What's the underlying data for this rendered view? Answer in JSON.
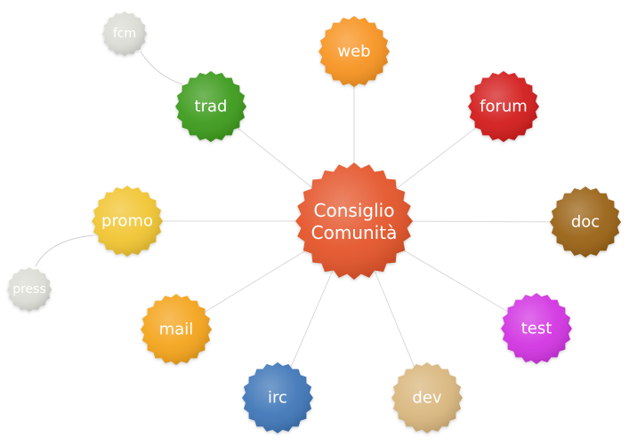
{
  "center": {
    "lines": [
      "Consiglio",
      "Comunità"
    ],
    "color": "#e4552a"
  },
  "nodes": [
    {
      "id": "web",
      "label": "web",
      "color": "#f79420"
    },
    {
      "id": "forum",
      "label": "forum",
      "color": "#d31c1c"
    },
    {
      "id": "doc",
      "label": "doc",
      "color": "#9a6418"
    },
    {
      "id": "test",
      "label": "test",
      "color": "#d234e2"
    },
    {
      "id": "dev",
      "label": "dev",
      "color": "#d9b77e"
    },
    {
      "id": "irc",
      "label": "irc",
      "color": "#3f77b8"
    },
    {
      "id": "mail",
      "label": "mail",
      "color": "#f4a41c"
    },
    {
      "id": "promo",
      "label": "promo",
      "color": "#f1c533"
    },
    {
      "id": "trad",
      "label": "trad",
      "color": "#3d9b1c"
    }
  ],
  "satellites": [
    {
      "id": "fcm",
      "label": "fcm",
      "parent": "trad",
      "color": "#dcdcd6"
    },
    {
      "id": "press",
      "label": "press",
      "parent": "promo",
      "color": "#dcdcd6"
    }
  ]
}
